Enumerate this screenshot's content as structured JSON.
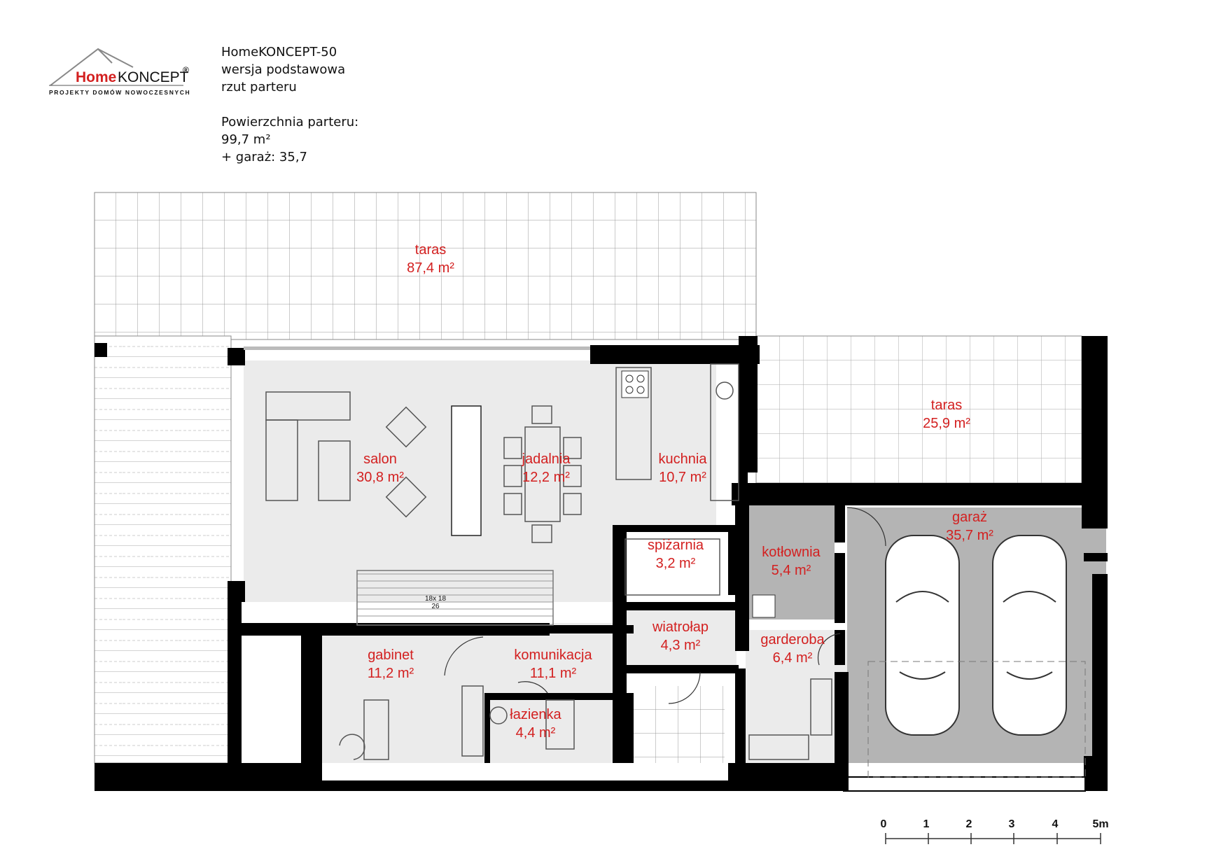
{
  "logo": {
    "brand_home": "Home",
    "brand_koncept": "KONCEPT",
    "registered": "®",
    "tagline": "PROJEKTY DOMÓW NOWOCZESNYCH"
  },
  "header": {
    "line1": "HomeKONCEPT-50",
    "line2": "wersja podstawowa",
    "line3": "rzut parteru",
    "area_label": "Powierzchnia parteru:",
    "area_value": "99,7 m²",
    "garage_line": "+ garaż: 35,7"
  },
  "rooms": {
    "taras_top": {
      "name": "taras",
      "area": "87,4 m²"
    },
    "taras_right": {
      "name": "taras",
      "area": "25,9 m²"
    },
    "salon": {
      "name": "salon",
      "area": "30,8 m²"
    },
    "jadalnia": {
      "name": "jadalnia",
      "area": "12,2 m²"
    },
    "kuchnia": {
      "name": "kuchnia",
      "area": "10,7 m²"
    },
    "spizarnia": {
      "name": "spiżarnia",
      "area": "3,2 m²"
    },
    "kotlownia": {
      "name": "kotłownia",
      "area": "5,4 m²"
    },
    "garaz": {
      "name": "garaż",
      "area": "35,7 m²"
    },
    "wiatrolap": {
      "name": "wiatrołap",
      "area": "4,3 m²"
    },
    "garderoba": {
      "name": "garderoba",
      "area": "6,4 m²"
    },
    "gabinet": {
      "name": "gabinet",
      "area": "11,2 m²"
    },
    "komunikacja": {
      "name": "komunikacja",
      "area": "11,1 m²"
    },
    "lazienka": {
      "name": "łazienka",
      "area": "4,4 m²"
    }
  },
  "stairs": {
    "label1": "18x 18",
    "label2": "26"
  },
  "scale_bar": {
    "ticks": [
      "0",
      "1",
      "2",
      "3",
      "4",
      "5m"
    ]
  },
  "colors": {
    "room_label": "#d32020",
    "wall": "#000000",
    "floor_light": "#ebebeb",
    "floor_dark": "#b4b4b4",
    "grid": "#9a9a9a"
  }
}
